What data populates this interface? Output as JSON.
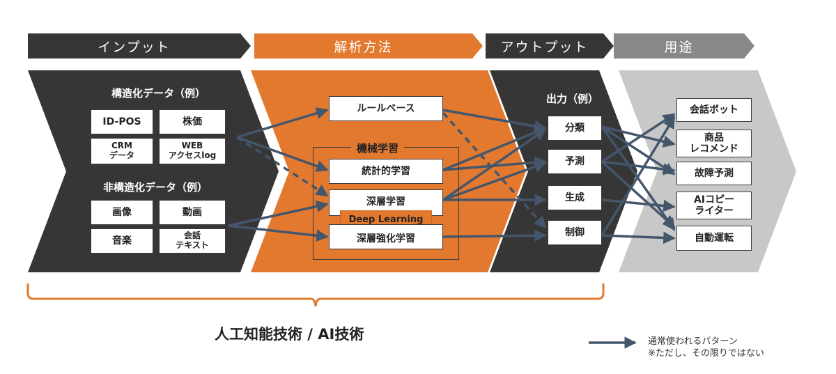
{
  "headers": {
    "input": "インプット",
    "analysis": "解析方法",
    "output": "アウトプット",
    "usage": "用途"
  },
  "input": {
    "structured_title": "構造化データ（例）",
    "structured": [
      "ID-POS",
      "株価",
      "CRM\nデータ",
      "WEB\nアクセスlog"
    ],
    "unstructured_title": "非構造化データ（例）",
    "unstructured": [
      "画像",
      "動画",
      "音楽",
      "会話\nテキスト"
    ]
  },
  "analysis": {
    "rule_based": "ルールベース",
    "ml_title": "機械学習",
    "statistical": "統計的学習",
    "deep": "深層学習",
    "deep_badge": "Deep Learning",
    "deep_rl": "深層強化学習"
  },
  "output": {
    "title": "出力（例）",
    "items": [
      "分類",
      "予測",
      "生成",
      "制御"
    ]
  },
  "usage": {
    "items": [
      "会話ボット",
      "商品\nレコメンド",
      "故障予測",
      "AIコピー\nライター",
      "自動運転"
    ]
  },
  "bottom_title": "人工知能技術 / AI技術",
  "legend": {
    "line1": "通常使われるパターン",
    "line2": "※ただし、その限りではない"
  },
  "colors": {
    "dark": "#363636",
    "orange": "#e2792e",
    "gray": "#888888",
    "light_gray": "#c8c8c8",
    "arrow": "#44566c"
  }
}
